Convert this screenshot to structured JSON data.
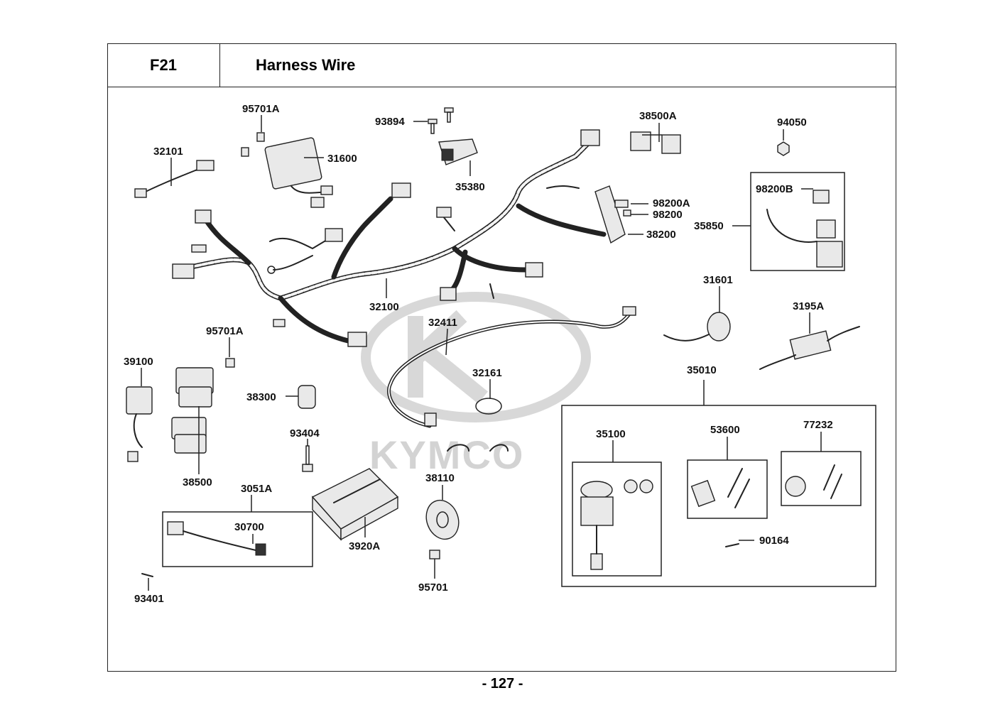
{
  "header": {
    "code": "F21",
    "title": "Harness Wire"
  },
  "page_number": "- 127 -",
  "watermark": "KYMCO",
  "parts": {
    "p32101": "32101",
    "p95701A_top": "95701A",
    "p31600": "31600",
    "p93894": "93894",
    "p35380": "35380",
    "p38500A": "38500A",
    "p94050": "94050",
    "p98200B": "98200B",
    "p35850": "35850",
    "p98200A": "98200A",
    "p98200": "98200",
    "p38200": "38200",
    "p32100": "32100",
    "p31601": "31601",
    "p32411": "32411",
    "p3195A": "3195A",
    "p95701A_mid": "95701A",
    "p39100": "39100",
    "p32161": "32161",
    "p35010": "35010",
    "p38300": "38300",
    "p93404": "93404",
    "p35100": "35100",
    "p53600": "53600",
    "p77232": "77232",
    "p38110": "38110",
    "p38500": "38500",
    "p3051A": "3051A",
    "p30700": "30700",
    "p3920A": "3920A",
    "p90164": "90164",
    "p95701": "95701",
    "p93401": "93401"
  }
}
